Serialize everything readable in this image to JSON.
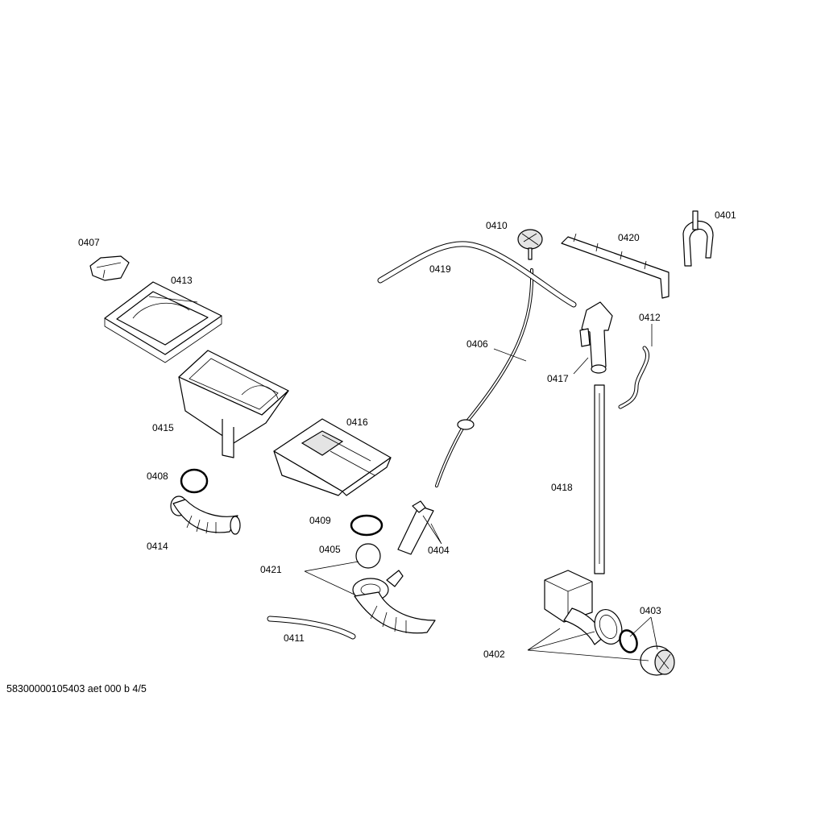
{
  "diagram": {
    "parts": [
      {
        "id": "0401"
      },
      {
        "id": "0402"
      },
      {
        "id": "0403"
      },
      {
        "id": "0404"
      },
      {
        "id": "0405"
      },
      {
        "id": "0406"
      },
      {
        "id": "0407"
      },
      {
        "id": "0408"
      },
      {
        "id": "0409"
      },
      {
        "id": "0410"
      },
      {
        "id": "0411"
      },
      {
        "id": "0412"
      },
      {
        "id": "0413"
      },
      {
        "id": "0414"
      },
      {
        "id": "0415"
      },
      {
        "id": "0416"
      },
      {
        "id": "0417"
      },
      {
        "id": "0418"
      },
      {
        "id": "0419"
      },
      {
        "id": "0420"
      },
      {
        "id": "0421"
      }
    ],
    "footer": "58300000105403 aet 000 b 4/5"
  }
}
